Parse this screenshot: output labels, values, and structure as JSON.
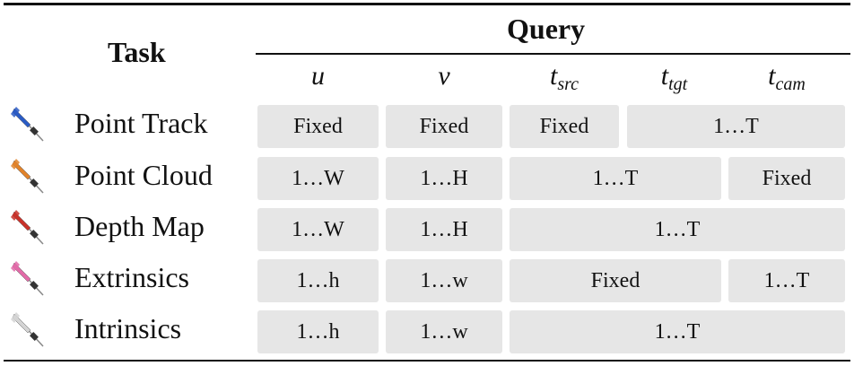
{
  "header": {
    "task": "Task",
    "query": "Query",
    "columns": [
      {
        "base": "u",
        "sub": ""
      },
      {
        "base": "v",
        "sub": ""
      },
      {
        "base": "t",
        "sub": "src"
      },
      {
        "base": "t",
        "sub": "tgt"
      },
      {
        "base": "t",
        "sub": "cam"
      }
    ]
  },
  "rows": [
    {
      "task": "Point Track",
      "dart_color": "#2a5bc4",
      "cells": [
        {
          "text": "Fixed",
          "span": [
            0,
            0
          ]
        },
        {
          "text": "Fixed",
          "span": [
            1,
            1
          ]
        },
        {
          "text": "Fixed",
          "span": [
            2,
            2
          ]
        },
        {
          "text": "1…T",
          "span": [
            3,
            4
          ]
        }
      ]
    },
    {
      "task": "Point Cloud",
      "dart_color": "#e0822a",
      "cells": [
        {
          "text": "1…W",
          "span": [
            0,
            0
          ]
        },
        {
          "text": "1…H",
          "span": [
            1,
            1
          ]
        },
        {
          "text": "1…T",
          "span": [
            2,
            3
          ]
        },
        {
          "text": "Fixed",
          "span": [
            4,
            4
          ]
        }
      ]
    },
    {
      "task": "Depth Map",
      "dart_color": "#c8322a",
      "cells": [
        {
          "text": "1…W",
          "span": [
            0,
            0
          ]
        },
        {
          "text": "1…H",
          "span": [
            1,
            1
          ]
        },
        {
          "text": "1…T",
          "span": [
            2,
            4
          ]
        }
      ]
    },
    {
      "task": "Extrinsics",
      "dart_color": "#e26aa8",
      "cells": [
        {
          "text": "1…h",
          "span": [
            0,
            0
          ]
        },
        {
          "text": "1…w",
          "span": [
            1,
            1
          ]
        },
        {
          "text": "Fixed",
          "span": [
            2,
            3
          ]
        },
        {
          "text": "1…T",
          "span": [
            4,
            4
          ]
        }
      ]
    },
    {
      "task": "Intrinsics",
      "dart_color": "#d4d4d4",
      "cells": [
        {
          "text": "1…h",
          "span": [
            0,
            0
          ]
        },
        {
          "text": "1…w",
          "span": [
            1,
            1
          ]
        },
        {
          "text": "1…T",
          "span": [
            2,
            4
          ]
        }
      ]
    }
  ]
}
